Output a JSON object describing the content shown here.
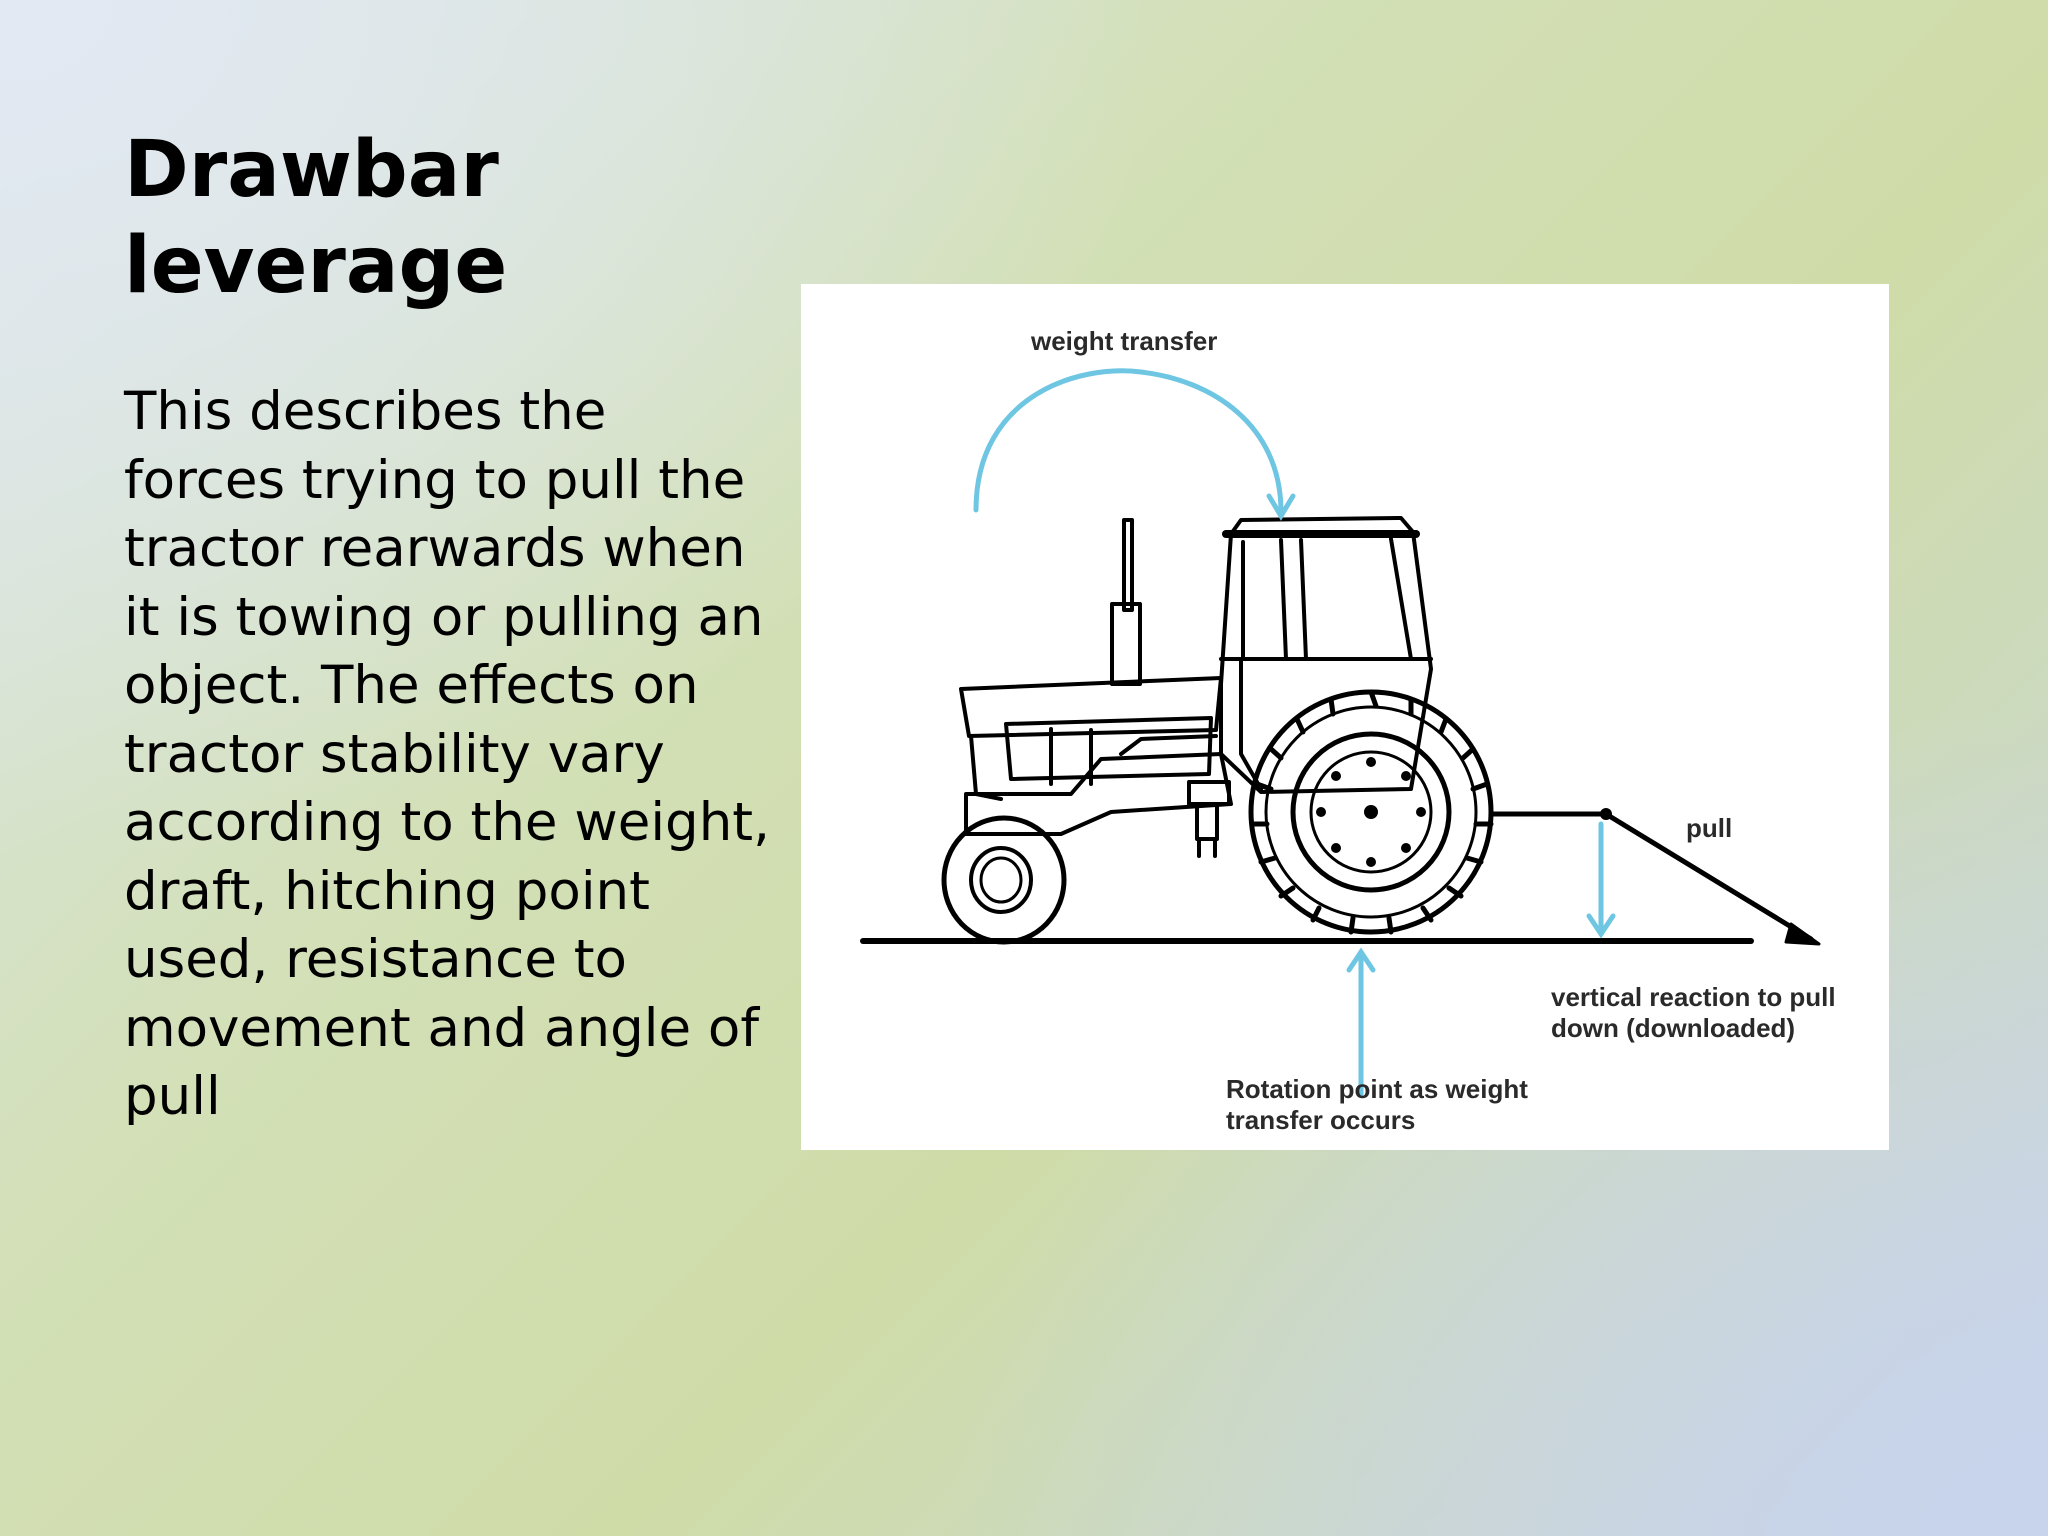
{
  "slide": {
    "title": "Drawbar leverage",
    "body": "This describes the forces trying to pull the tractor rearwards when it is towing or pulling an object. The effects on tractor stability vary according to the weight, draft, hitching point used, resistance to movement and angle of pull"
  },
  "diagram": {
    "labels": {
      "weight_transfer": "weight transfer",
      "pull": "pull",
      "vertical_reaction_line1": "vertical reaction to pull",
      "vertical_reaction_line2": "down (downloaded)",
      "rotation_point_line1": "Rotation point as weight",
      "rotation_point_line2": "transfer occurs"
    },
    "colors": {
      "arrow": "#6ec6e2",
      "line_art": "#000000",
      "panel_background": "#ffffff"
    }
  }
}
